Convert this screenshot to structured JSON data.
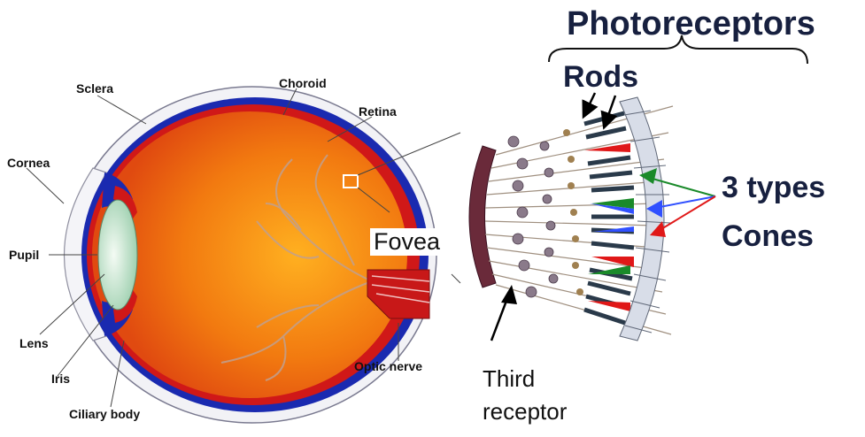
{
  "diagram": {
    "title": "Photoreceptors",
    "rods_label": "Rods",
    "cones_label_line1": "3 types",
    "cones_label_line2": "Cones",
    "fovea_label": "Fovea",
    "third_receptor_line1": "Third",
    "third_receptor_line2": "receptor",
    "eye_labels": {
      "sclera": "Sclera",
      "choroid": "Choroid",
      "retina": "Retina",
      "cornea": "Cornea",
      "pupil": "Pupil",
      "lens": "Lens",
      "iris": "Iris",
      "ciliary_body": "Ciliary body",
      "optic_nerve": "Optic nerve"
    },
    "colors": {
      "eyeball": "#f07a10",
      "choroid": "#1a2ab0",
      "retina": "#d01818",
      "cone_green": "#1a8a2a",
      "cone_blue": "#3050ff",
      "cone_red": "#e01818",
      "title_navy": "#17203f"
    }
  }
}
